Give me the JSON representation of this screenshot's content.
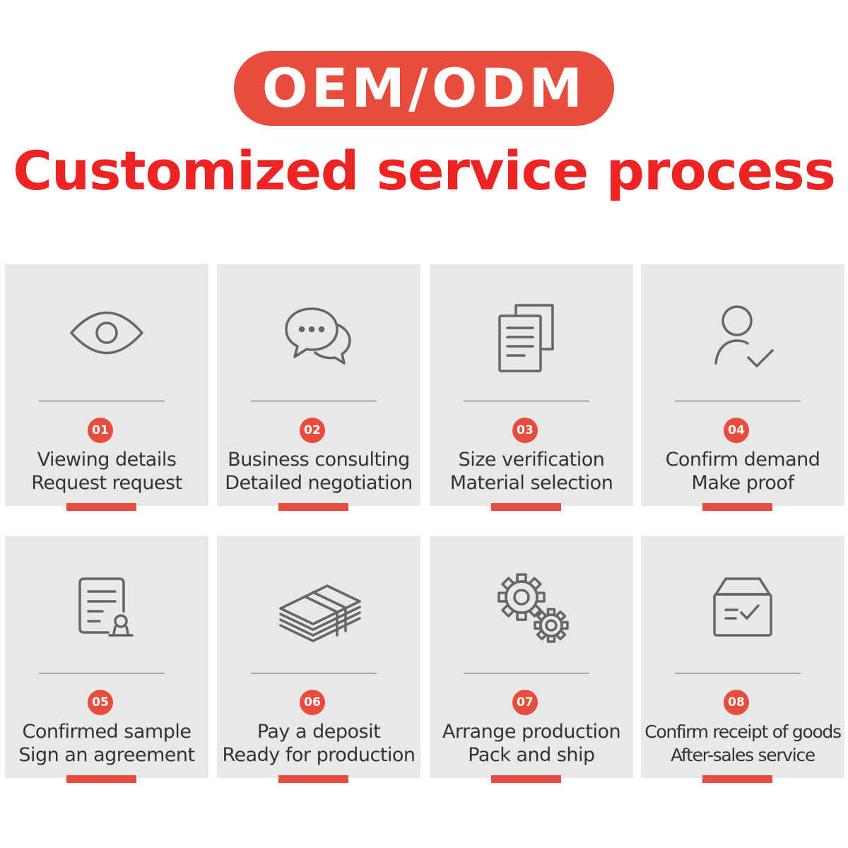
{
  "header": {
    "pill_text": "OEM/ODM",
    "subtitle": "Customized service process"
  },
  "colors": {
    "accent": "#e84c3d",
    "subtitle_red": "#ee2424",
    "card_bg": "#e8e8e8",
    "icon_stroke": "#666666"
  },
  "steps": [
    {
      "num": "01",
      "line1": "Viewing details",
      "line2": "Request request",
      "icon": "eye-icon"
    },
    {
      "num": "02",
      "line1": "Business consulting",
      "line2": "Detailed negotiation",
      "icon": "chat-bubbles-icon"
    },
    {
      "num": "03",
      "line1": "Size verification",
      "line2": "Material selection",
      "icon": "documents-icon"
    },
    {
      "num": "04",
      "line1": "Confirm demand",
      "line2": "Make proof",
      "icon": "user-check-icon"
    },
    {
      "num": "05",
      "line1": "Confirmed sample",
      "line2": "Sign an agreement",
      "icon": "certificate-icon"
    },
    {
      "num": "06",
      "line1": "Pay a deposit",
      "line2": "Ready for production",
      "icon": "money-stack-icon"
    },
    {
      "num": "07",
      "line1": "Arrange production",
      "line2": "Pack and ship",
      "icon": "gears-icon"
    },
    {
      "num": "08",
      "line1": "Confirm receipt of goods",
      "line2": "After-sales service",
      "icon": "box-check-icon"
    }
  ]
}
